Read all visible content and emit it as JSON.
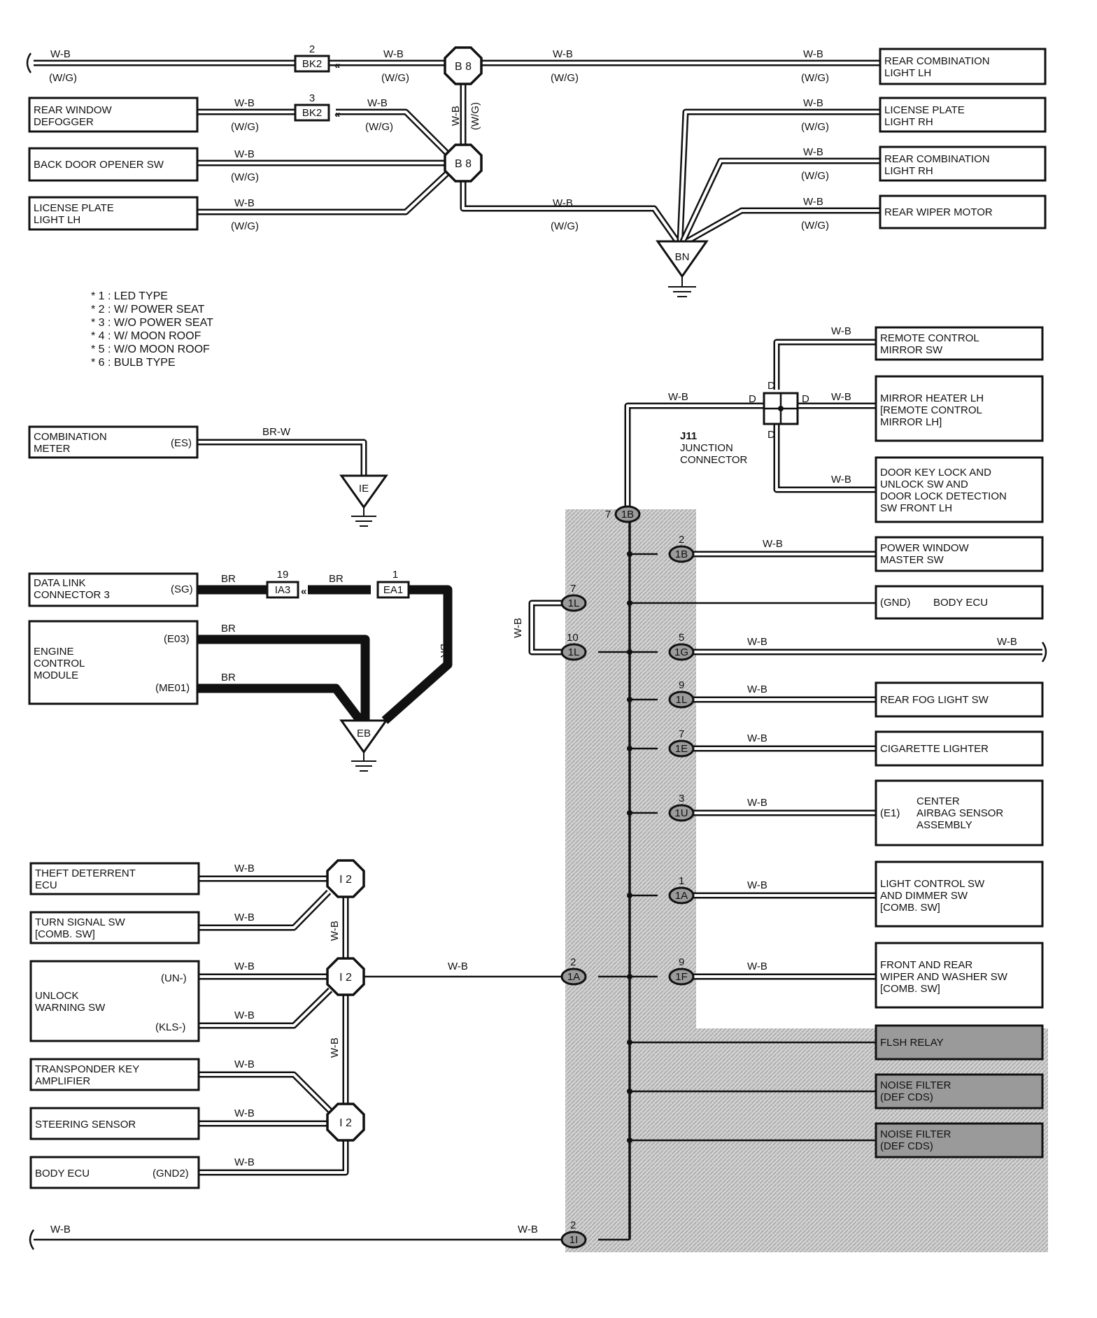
{
  "wires": {
    "wb": "W-B",
    "wg": "(W/G)",
    "br": "BR",
    "brw": "BR-W"
  },
  "ground_points": {
    "bn": "BN",
    "ie": "IE",
    "eb": "EB"
  },
  "splices": {
    "b8_top": "B 8",
    "b8_bottom": "B 8",
    "i2_top": "I 2",
    "i2_mid": "I 2",
    "i2_bottom": "I 2"
  },
  "connectors": {
    "bk2_a": {
      "label": "BK2",
      "pin": "2"
    },
    "bk2_b": {
      "label": "BK2",
      "pin": "3"
    },
    "ia3": {
      "label": "IA3",
      "pin": "19"
    },
    "ea1": {
      "label": "EA1",
      "pin": "1"
    },
    "j11": {
      "title": "J11",
      "sub1": "JUNCTION",
      "sub2": "CONNECTOR",
      "pin": "D"
    }
  },
  "junction_pins": [
    {
      "code": "1B",
      "pin": "7"
    },
    {
      "code": "1B",
      "pin": "2"
    },
    {
      "code": "1L",
      "pin": "7"
    },
    {
      "code": "1L",
      "pin": "10"
    },
    {
      "code": "1G",
      "pin": "5"
    },
    {
      "code": "1L",
      "pin": "9"
    },
    {
      "code": "1E",
      "pin": "7"
    },
    {
      "code": "1U",
      "pin": "3"
    },
    {
      "code": "1A",
      "pin": "1"
    },
    {
      "code": "1A",
      "pin": "2"
    },
    {
      "code": "1F",
      "pin": "9"
    },
    {
      "code": "1I",
      "pin": "2"
    }
  ],
  "notes": [
    "* 1 : LED TYPE",
    "* 2 : W/ POWER SEAT",
    "* 3 : W/O POWER SEAT",
    "* 4 : W/ MOON ROOF",
    "* 5 : W/O MOON ROOF",
    "* 6 : BULB TYPE"
  ],
  "components": {
    "rear_comb_lh": [
      "REAR COMBINATION",
      "LIGHT LH"
    ],
    "license_rh": [
      "LICENSE PLATE",
      "LIGHT RH"
    ],
    "rear_comb_rh": [
      "REAR COMBINATION",
      "LIGHT RH"
    ],
    "rear_wiper": [
      "REAR WIPER MOTOR"
    ],
    "rear_defogger": [
      "REAR WINDOW",
      "DEFOGGER"
    ],
    "back_door": [
      "BACK DOOR OPENER SW"
    ],
    "license_lh": [
      "LICENSE PLATE",
      "LIGHT LH"
    ],
    "combination_meter": [
      "COMBINATION",
      "METER"
    ],
    "combination_meter_pin": "(ES)",
    "dlc3": [
      "DATA LINK",
      "CONNECTOR 3"
    ],
    "dlc3_pin": "(SG)",
    "ecm": [
      "ENGINE",
      "CONTROL",
      "MODULE"
    ],
    "ecm_pin1": "(E03)",
    "ecm_pin2": "(ME01)",
    "remote_mirror": [
      "REMOTE CONTROL",
      "MIRROR SW"
    ],
    "mirror_heater": [
      "MIRROR HEATER LH",
      "[REMOTE CONTROL",
      " MIRROR LH]"
    ],
    "door_key": [
      "DOOR KEY LOCK AND",
      "UNLOCK SW AND",
      "DOOR LOCK DETECTION",
      "SW FRONT LH"
    ],
    "pw_master": [
      "POWER WINDOW",
      "MASTER SW"
    ],
    "body_ecu_gnd": "(GND)",
    "body_ecu_r": "BODY ECU",
    "rear_fog": [
      "REAR FOG LIGHT SW"
    ],
    "cig": [
      "CIGARETTE LIGHTER"
    ],
    "airbag_pin": "(E1)",
    "airbag": [
      "CENTER",
      "AIRBAG SENSOR",
      "ASSEMBLY"
    ],
    "light_ctrl": [
      "LIGHT CONTROL SW",
      "AND DIMMER SW",
      "[COMB.  SW]"
    ],
    "wiper_sw": [
      "FRONT AND REAR",
      "WIPER AND WASHER SW",
      "[COMB.  SW]"
    ],
    "flsh": [
      "FLSH RELAY"
    ],
    "noise1": [
      "NOISE FILTER",
      "(DEF CDS)"
    ],
    "noise2": [
      "NOISE FILTER",
      "(DEF CDS)"
    ],
    "theft": [
      "THEFT DETERRENT",
      "ECU"
    ],
    "turn": [
      "TURN SIGNAL SW",
      "[COMB.  SW]"
    ],
    "unlock": [
      "UNLOCK",
      "WARNING SW"
    ],
    "unlock_pin1": "(UN-)",
    "unlock_pin2": "(KLS-)",
    "transponder": [
      "TRANSPONDER KEY",
      "AMPLIFIER"
    ],
    "steering": [
      "STEERING SENSOR"
    ],
    "body_ecu_l": [
      "BODY ECU"
    ],
    "body_ecu_l_pin": "(GND2)"
  }
}
